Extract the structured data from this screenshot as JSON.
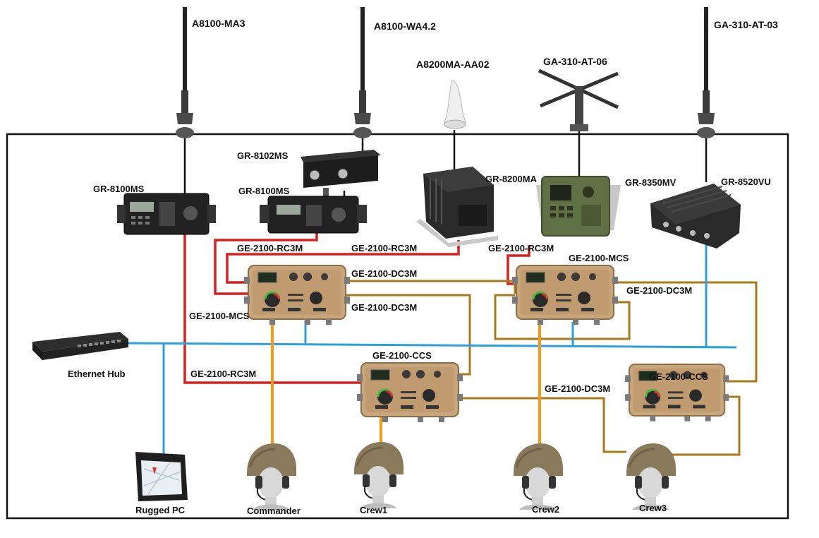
{
  "colors": {
    "rc3m_line": "#d62020",
    "dc3m_line": "#a77a1c",
    "ethernet_line": "#2aa0e0",
    "audio_line": "#f59a16",
    "frame": "#111111",
    "intercom_body": "#c8a67c"
  },
  "antennas": {
    "a8100_ma3": "A8100-MA3",
    "a8100_wa42": "A8100-WA4.2",
    "a8200ma_aa02": "A8200MA-AA02",
    "ga310_at06": "GA-310-AT-06",
    "ga310_at03": "GA-310-AT-03"
  },
  "radios": {
    "gr8100ms_left": "GR-8100MS",
    "gr8102ms": "GR-8102MS",
    "gr8100ms_mid": "GR-8100MS",
    "gr8200ma": "GR-8200MA",
    "gr8350mv": "GR-8350MV",
    "gr8520vu": "GR-8520VU"
  },
  "cables": {
    "rc3m_a": "GE-2100-RC3M",
    "rc3m_b": "GE-2100-RC3M",
    "rc3m_c": "GE-2100-RC3M",
    "rc3m_d": "GE-2100-RC3M",
    "dc3m_a": "GE-2100-DC3M",
    "dc3m_b": "GE-2100-DC3M",
    "dc3m_c": "GE-2100-DC3M",
    "dc3m_d": "GE-2100-DC3M"
  },
  "intercoms": {
    "mcs_left": "GE-2100-MCS",
    "mcs_right": "GE-2100-MCS",
    "ccs_mid": "GE-2100-CCS",
    "ccs_right": "GE-2100-CCS"
  },
  "devices": {
    "ethernet_hub": "Ethernet Hub",
    "rugged_pc": "Rugged PC"
  },
  "crew": {
    "commander": "Commander",
    "crew1": "Crew1",
    "crew2": "Crew2",
    "crew3": "Crew3"
  }
}
